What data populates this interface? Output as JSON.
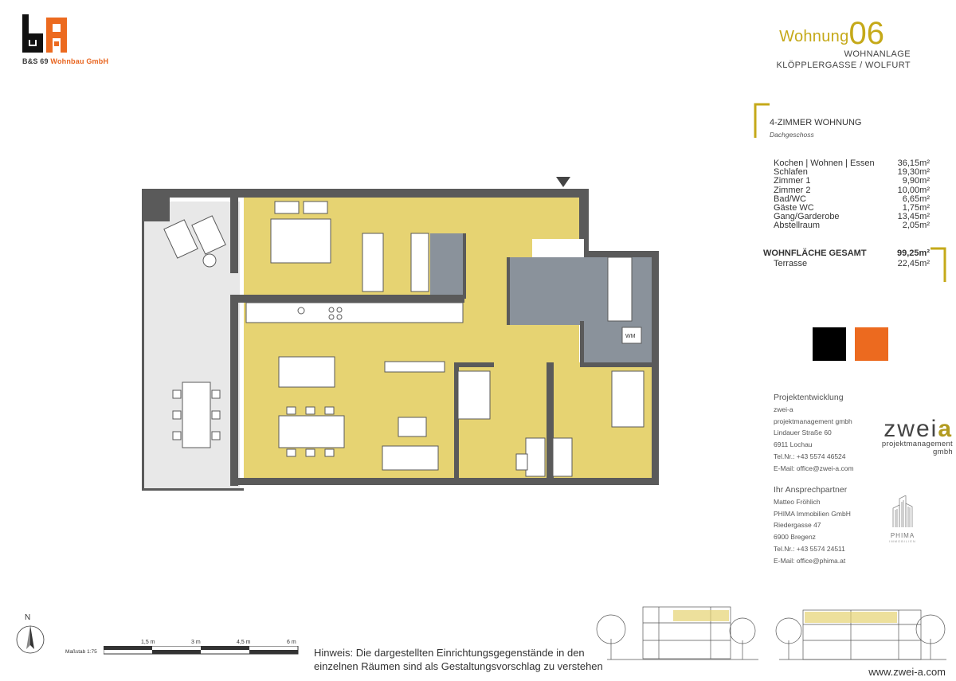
{
  "logo": {
    "text_main": "B&S 69",
    "text_accent": "Wohnbau GmbH"
  },
  "header": {
    "wohnung_word": "Wohnung",
    "wohnung_number": "06",
    "line1": "WOHNANLAGE",
    "line2": "KLÖPPLERGASSE / WOLFURT"
  },
  "unit": {
    "type": "4-ZIMMER WOHNUNG",
    "floor": "Dachgeschoss"
  },
  "areas": [
    {
      "room": "Kochen | Wohnen | Essen",
      "value": "36,15m²"
    },
    {
      "room": "Schlafen",
      "value": "19,30m²"
    },
    {
      "room": "Zimmer 1",
      "value": "9,90m²"
    },
    {
      "room": "Zimmer 2",
      "value": "10,00m²"
    },
    {
      "room": "Bad/WC",
      "value": "6,65m²"
    },
    {
      "room": "Gäste WC",
      "value": "1,75m²"
    },
    {
      "room": "Gang/Garderobe",
      "value": "13,45m²"
    },
    {
      "room": "Abstellraum",
      "value": "2,05m²"
    }
  ],
  "total": {
    "label": "WOHNFLÄCHE GESAMT",
    "value": "99,25m²"
  },
  "terrace": {
    "label": "Terrasse",
    "value": "22,45m²"
  },
  "swatches": {
    "black": "#000000",
    "orange": "#ec6a1f"
  },
  "developer": {
    "heading": "Projektentwicklung",
    "lines": [
      "zwei-a",
      "projektmanagement gmbh",
      "Lindauer Straße 60",
      "6911 Lochau",
      "Tel.Nr.: +43 5574 46524",
      "E-Mail: office@zwei-a.com"
    ],
    "brand_main": "zwei",
    "brand_accent": "a",
    "brand_sub": "projektmanagement gmbh"
  },
  "contact": {
    "heading": "Ihr Ansprechpartner",
    "lines": [
      "Matteo Fröhlich",
      "PHIMA Immobilien GmbH",
      "Riedergasse 47",
      "6900 Bregenz",
      "Tel.Nr.: +43 5574 24511",
      "E-Mail: office@phima.at"
    ],
    "logo_main": "PHIMA",
    "logo_sub": "IMMOBILIEN"
  },
  "plan": {
    "wm_label": "WM",
    "colors": {
      "room": "#e6d372",
      "wet": "#8a929b",
      "wall": "#5a5a5a",
      "terrace": "#e8e8e8"
    }
  },
  "compass": {
    "label": "N"
  },
  "scale": {
    "label": "Maßstab 1:75",
    "ticks": [
      "1,5 m",
      "3 m",
      "4,5 m",
      "6 m"
    ]
  },
  "note": {
    "line1": "Hinweis: Die dargestellten Einrichtungsgegenstände in den",
    "line2": "einzelnen Räumen sind als Gestaltungsvorschlag zu verstehen"
  },
  "footer_url": "www.zwei-a.com"
}
